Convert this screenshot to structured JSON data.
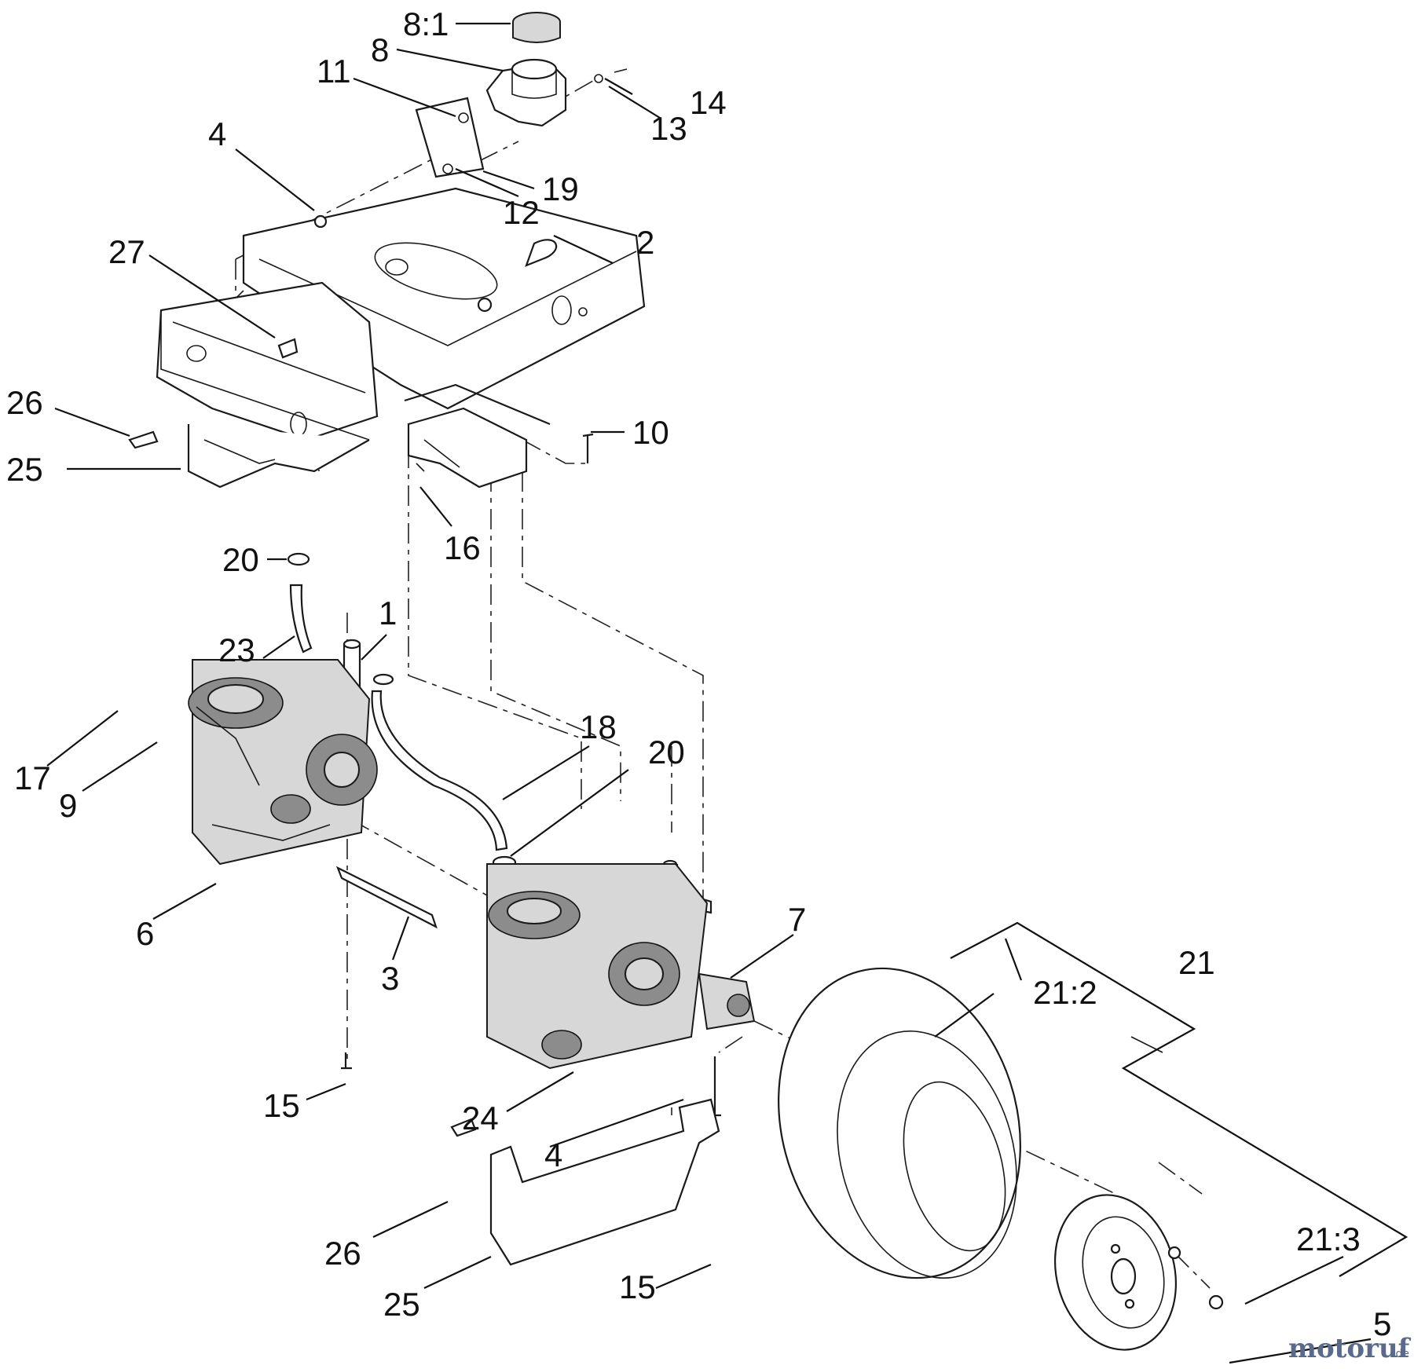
{
  "callouts": {
    "c8_1": "8:1",
    "c8": "8",
    "c11": "11",
    "c14": "14",
    "c13": "13",
    "c4_top": "4",
    "c19": "19",
    "c12": "12",
    "c27": "27",
    "c2": "2",
    "c26_top": "26",
    "c25_top": "25",
    "c10": "10",
    "c16": "16",
    "c20_top": "20",
    "c1": "1",
    "c23": "23",
    "c18": "18",
    "c20_mid": "20",
    "c17": "17",
    "c9": "9",
    "c6": "6",
    "c3": "3",
    "c7": "7",
    "c21": "21",
    "c21_2": "21:2",
    "c15_left": "15",
    "c24": "24",
    "c4_bottom": "4",
    "c26_bottom": "26",
    "c25_bottom": "25",
    "c15_bottom": "15",
    "c21_3": "21:3",
    "c5": "5"
  },
  "watermark": {
    "brand": "motoruf",
    "suffix": ".de"
  },
  "colors": {
    "line": "#111111",
    "background": "#ffffff",
    "watermark": "#5a6a8a"
  }
}
